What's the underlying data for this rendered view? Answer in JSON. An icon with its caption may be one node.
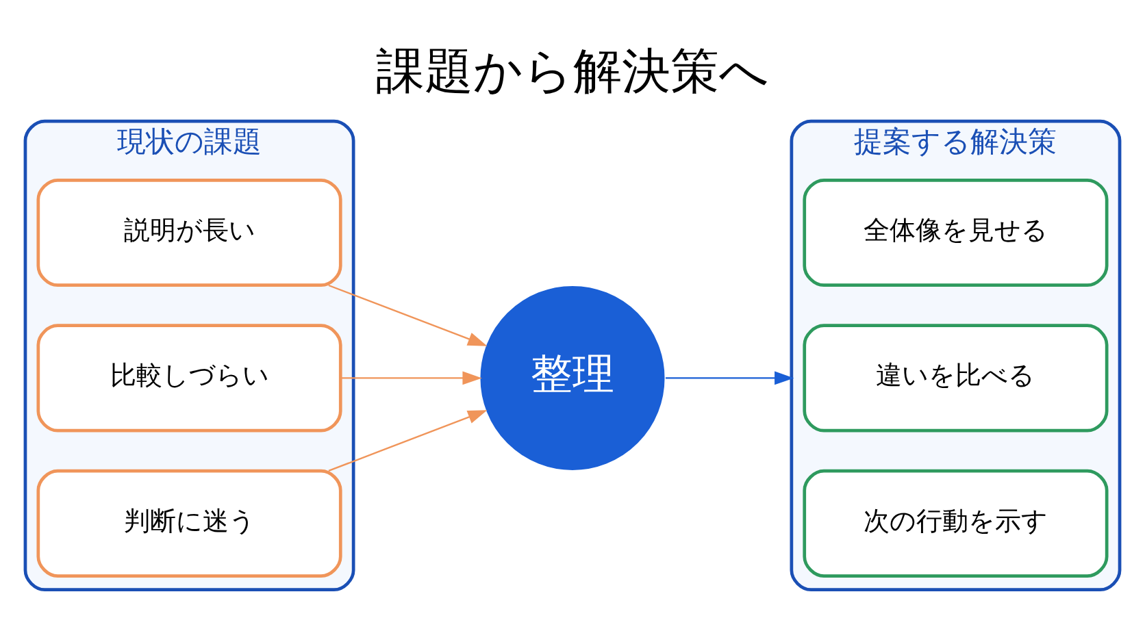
{
  "diagram": {
    "title": "課題から解決策へ",
    "nodes": [
      {
        "text": [
          "現状の課題"
        ]
      },
      {
        "text": [
          "説明が長い"
        ],
        "in": 0
      },
      {
        "text": [
          "比較しづらい"
        ],
        "in": 0
      },
      {
        "text": [
          "判断に迷う"
        ],
        "in": 0
      },
      {
        "text": [
          "整理"
        ]
      },
      {
        "text": [
          "提案する解決策"
        ]
      },
      {
        "text": [
          "全体像を見せる"
        ],
        "in": 5
      },
      {
        "text": [
          "違いを比べる"
        ],
        "in": 5
      },
      {
        "text": [
          "次の行動を示す"
        ],
        "in": 5
      }
    ],
    "edges": [
      {
        "from": 1,
        "to": 4,
        "arrow": "to",
        "color": "#f0955a"
      },
      {
        "from": 2,
        "to": 4,
        "arrow": "to",
        "color": "#f0955a"
      },
      {
        "from": 3,
        "to": 4,
        "arrow": "to",
        "color": "#f0955a"
      },
      {
        "from": 4,
        "to": 5,
        "arrow": "to",
        "color": "#1a5fd6"
      }
    ]
  }
}
